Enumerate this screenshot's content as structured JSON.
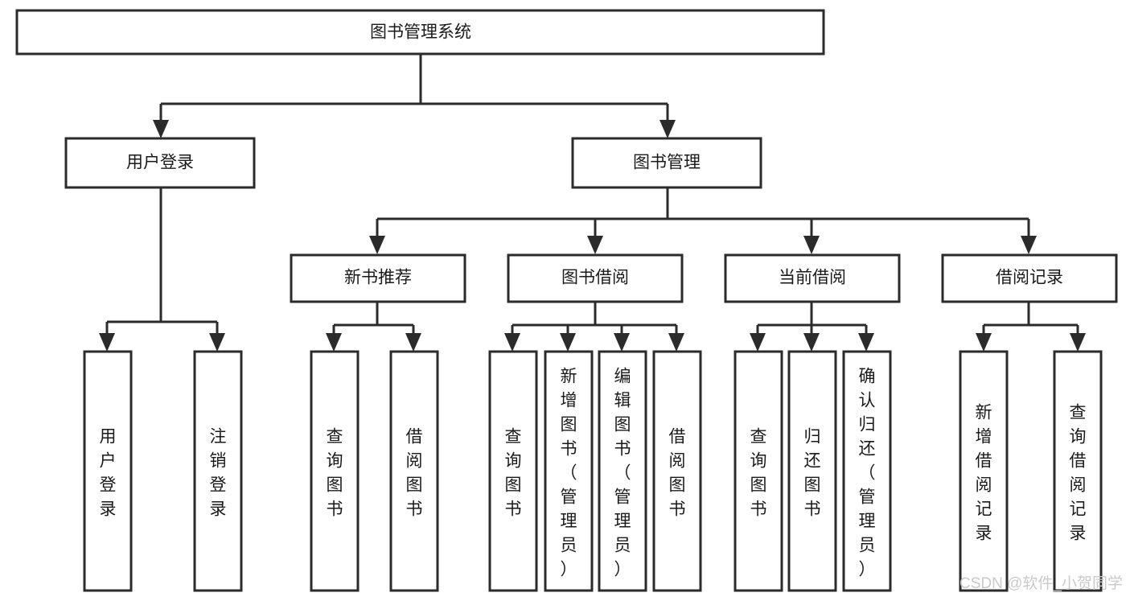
{
  "diagram": {
    "title": "图书管理系统",
    "type": "tree-hierarchy",
    "orientation": "top-down",
    "style": {
      "box_fill": "#ffffff",
      "box_stroke": "#2b2b2b",
      "connector_color": "#2b2b2b",
      "text_color": "#1a1a1a",
      "background": "#ffffff",
      "watermark_color": "#c9c9c9"
    },
    "levels": [
      {
        "level": 1,
        "nodes": [
          {
            "id": "root",
            "label": "图书管理系统",
            "orientation": "horizontal"
          }
        ]
      },
      {
        "level": 2,
        "nodes": [
          {
            "id": "login",
            "label": "用户登录",
            "orientation": "horizontal",
            "parent": "root"
          },
          {
            "id": "bookmgmt",
            "label": "图书管理",
            "orientation": "horizontal",
            "parent": "root"
          }
        ]
      },
      {
        "level": 3,
        "nodes": [
          {
            "id": "newbook",
            "label": "新书推荐",
            "orientation": "horizontal",
            "parent": "bookmgmt"
          },
          {
            "id": "borrow",
            "label": "图书借阅",
            "orientation": "horizontal",
            "parent": "bookmgmt"
          },
          {
            "id": "current",
            "label": "当前借阅",
            "orientation": "horizontal",
            "parent": "bookmgmt"
          },
          {
            "id": "records",
            "label": "借阅记录",
            "orientation": "horizontal",
            "parent": "bookmgmt"
          }
        ]
      },
      {
        "level": 4,
        "nodes": [
          {
            "id": "leaf-user-login",
            "label": "用户登录",
            "orientation": "vertical",
            "parent": "login"
          },
          {
            "id": "leaf-user-logout",
            "label": "注销登录",
            "orientation": "vertical",
            "parent": "login"
          },
          {
            "id": "leaf-new-query",
            "label": "查询图书",
            "orientation": "vertical",
            "parent": "newbook"
          },
          {
            "id": "leaf-new-borrow",
            "label": "借阅图书",
            "orientation": "vertical",
            "parent": "newbook"
          },
          {
            "id": "leaf-borrow-query",
            "label": "查询图书",
            "orientation": "vertical",
            "parent": "borrow"
          },
          {
            "id": "leaf-borrow-add",
            "label": "新增图书（管理员）",
            "orientation": "vertical",
            "parent": "borrow"
          },
          {
            "id": "leaf-borrow-edit",
            "label": "编辑图书（管理员）",
            "orientation": "vertical",
            "parent": "borrow"
          },
          {
            "id": "leaf-borrow-lend",
            "label": "借阅图书",
            "orientation": "vertical",
            "parent": "borrow"
          },
          {
            "id": "leaf-current-query",
            "label": "查询图书",
            "orientation": "vertical",
            "parent": "current"
          },
          {
            "id": "leaf-current-return",
            "label": "归还图书",
            "orientation": "vertical",
            "parent": "current"
          },
          {
            "id": "leaf-current-confirm",
            "label": "确认归还（管理员）",
            "orientation": "vertical",
            "parent": "current"
          },
          {
            "id": "leaf-rec-add",
            "label": "新增借阅记录",
            "orientation": "vertical",
            "parent": "records"
          },
          {
            "id": "leaf-rec-query",
            "label": "查询借阅记录",
            "orientation": "vertical",
            "parent": "records"
          }
        ]
      }
    ]
  },
  "watermark": {
    "text": "CSDN @软件_小贺同学"
  }
}
